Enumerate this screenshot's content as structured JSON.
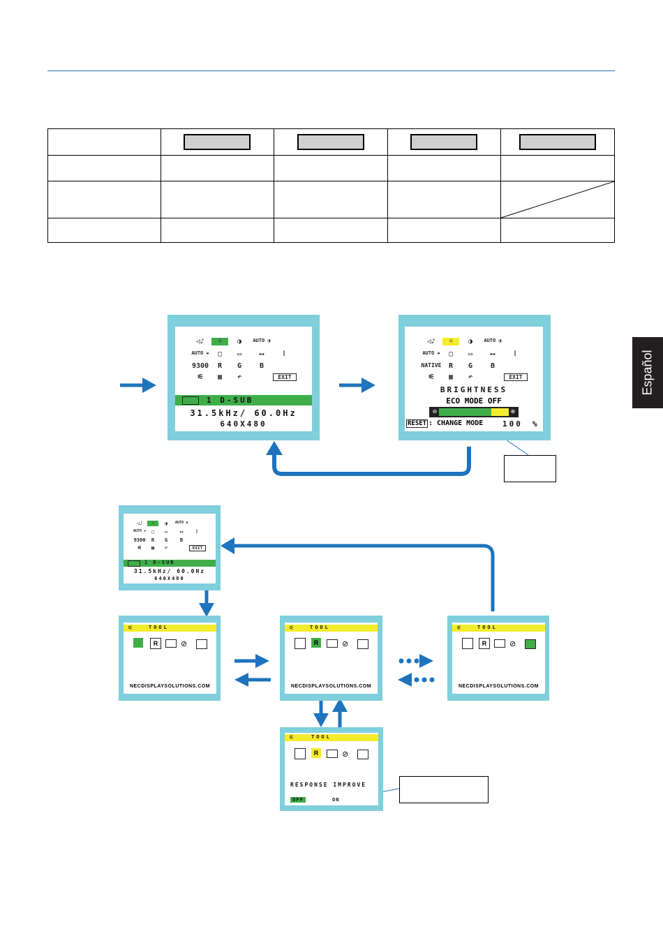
{
  "page": {
    "side_tab": "Español"
  },
  "osd_main": {
    "icon_rows": [
      [
        "◁♪",
        "☼",
        "◑",
        "AUTO ◑",
        ""
      ],
      [
        "AUTO ⇹",
        "▢",
        "▭",
        "⟷",
        "⦚"
      ],
      [
        "9300",
        "R",
        "G",
        "B",
        ""
      ],
      [
        "⚟",
        "▦",
        "↶",
        "",
        "EXIT"
      ]
    ],
    "input_label": "1  D-SUB",
    "frequency": "31.5kHz/ 60.0Hz",
    "resolution": "640X480"
  },
  "osd_brightness": {
    "icon_rows": [
      [
        "◁♪",
        "☼",
        "◑",
        "AUTO ◑",
        ""
      ],
      [
        "AUTO ⇹",
        "▢",
        "▭",
        "⟷",
        "⦚"
      ],
      [
        "NATIVE",
        "R",
        "G",
        "B",
        ""
      ],
      [
        "⚟",
        "▦",
        "↶",
        "",
        "EXIT"
      ]
    ],
    "title": "BRIGHTNESS",
    "eco": "ECO MODE OFF",
    "reset_key": "RESET",
    "change_mode": ": CHANGE MODE",
    "value": "100",
    "unit": "%",
    "level": 0.75
  },
  "tool_screens": {
    "header": "TOOL",
    "url": "NECDISPLAYSOLUTIONS.COM"
  },
  "response_screen": {
    "header": "TOOL",
    "label": "RESPONSE  IMPROVE",
    "off": "OFF",
    "on": "ON"
  },
  "colors": {
    "accent": "#1e73be",
    "frame": "#7fcfdc",
    "green": "#3fae49",
    "yellow": "#f4ec2a"
  }
}
